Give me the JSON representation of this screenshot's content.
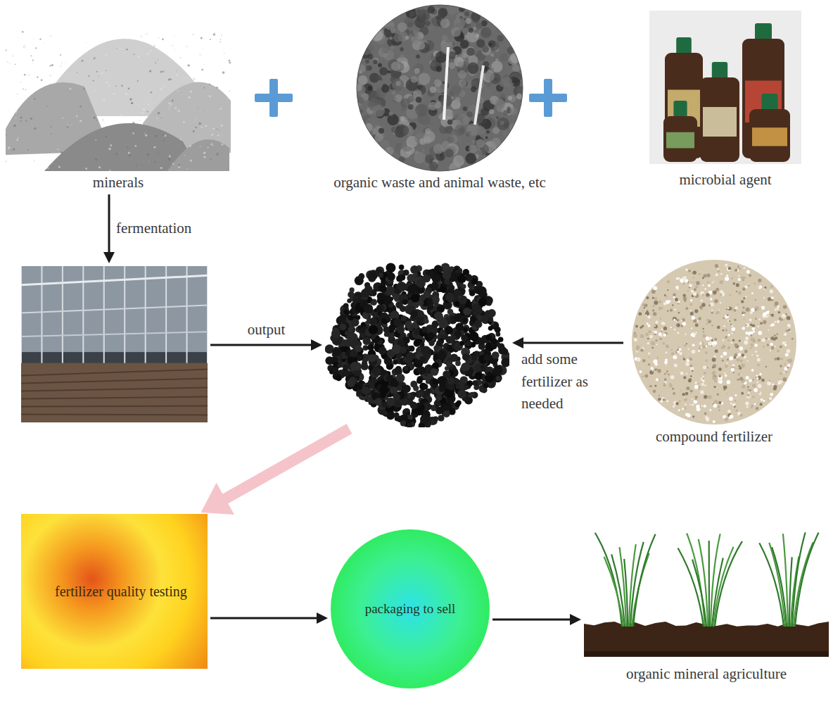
{
  "diagram": {
    "nodes": [
      {
        "text": [
          "minerals"
        ]
      },
      {
        "text": [
          "organic waste and animal waste, etc"
        ]
      },
      {
        "text": [
          "microbial agent"
        ]
      },
      {
        "text": []
      },
      {
        "text": []
      },
      {
        "text": [
          "compound fertilizer"
        ]
      },
      {
        "text": [
          "fertilizer quality testing"
        ]
      },
      {
        "text": [
          "packaging to sell"
        ]
      },
      {
        "text": [
          "organic mineral agriculture"
        ]
      }
    ],
    "edges": [
      {
        "from": 0,
        "to": 3,
        "arrow": "to",
        "label": "fermentation"
      },
      {
        "from": 3,
        "to": 4,
        "arrow": "to",
        "label": "output"
      },
      {
        "from": 5,
        "to": 4,
        "arrow": "to",
        "label": "add some fertilizer as needed"
      },
      {
        "from": 4,
        "to": 6,
        "arrow": "to"
      },
      {
        "from": 6,
        "to": 7,
        "arrow": "to"
      },
      {
        "from": 7,
        "to": 8,
        "arrow": "to"
      }
    ]
  }
}
